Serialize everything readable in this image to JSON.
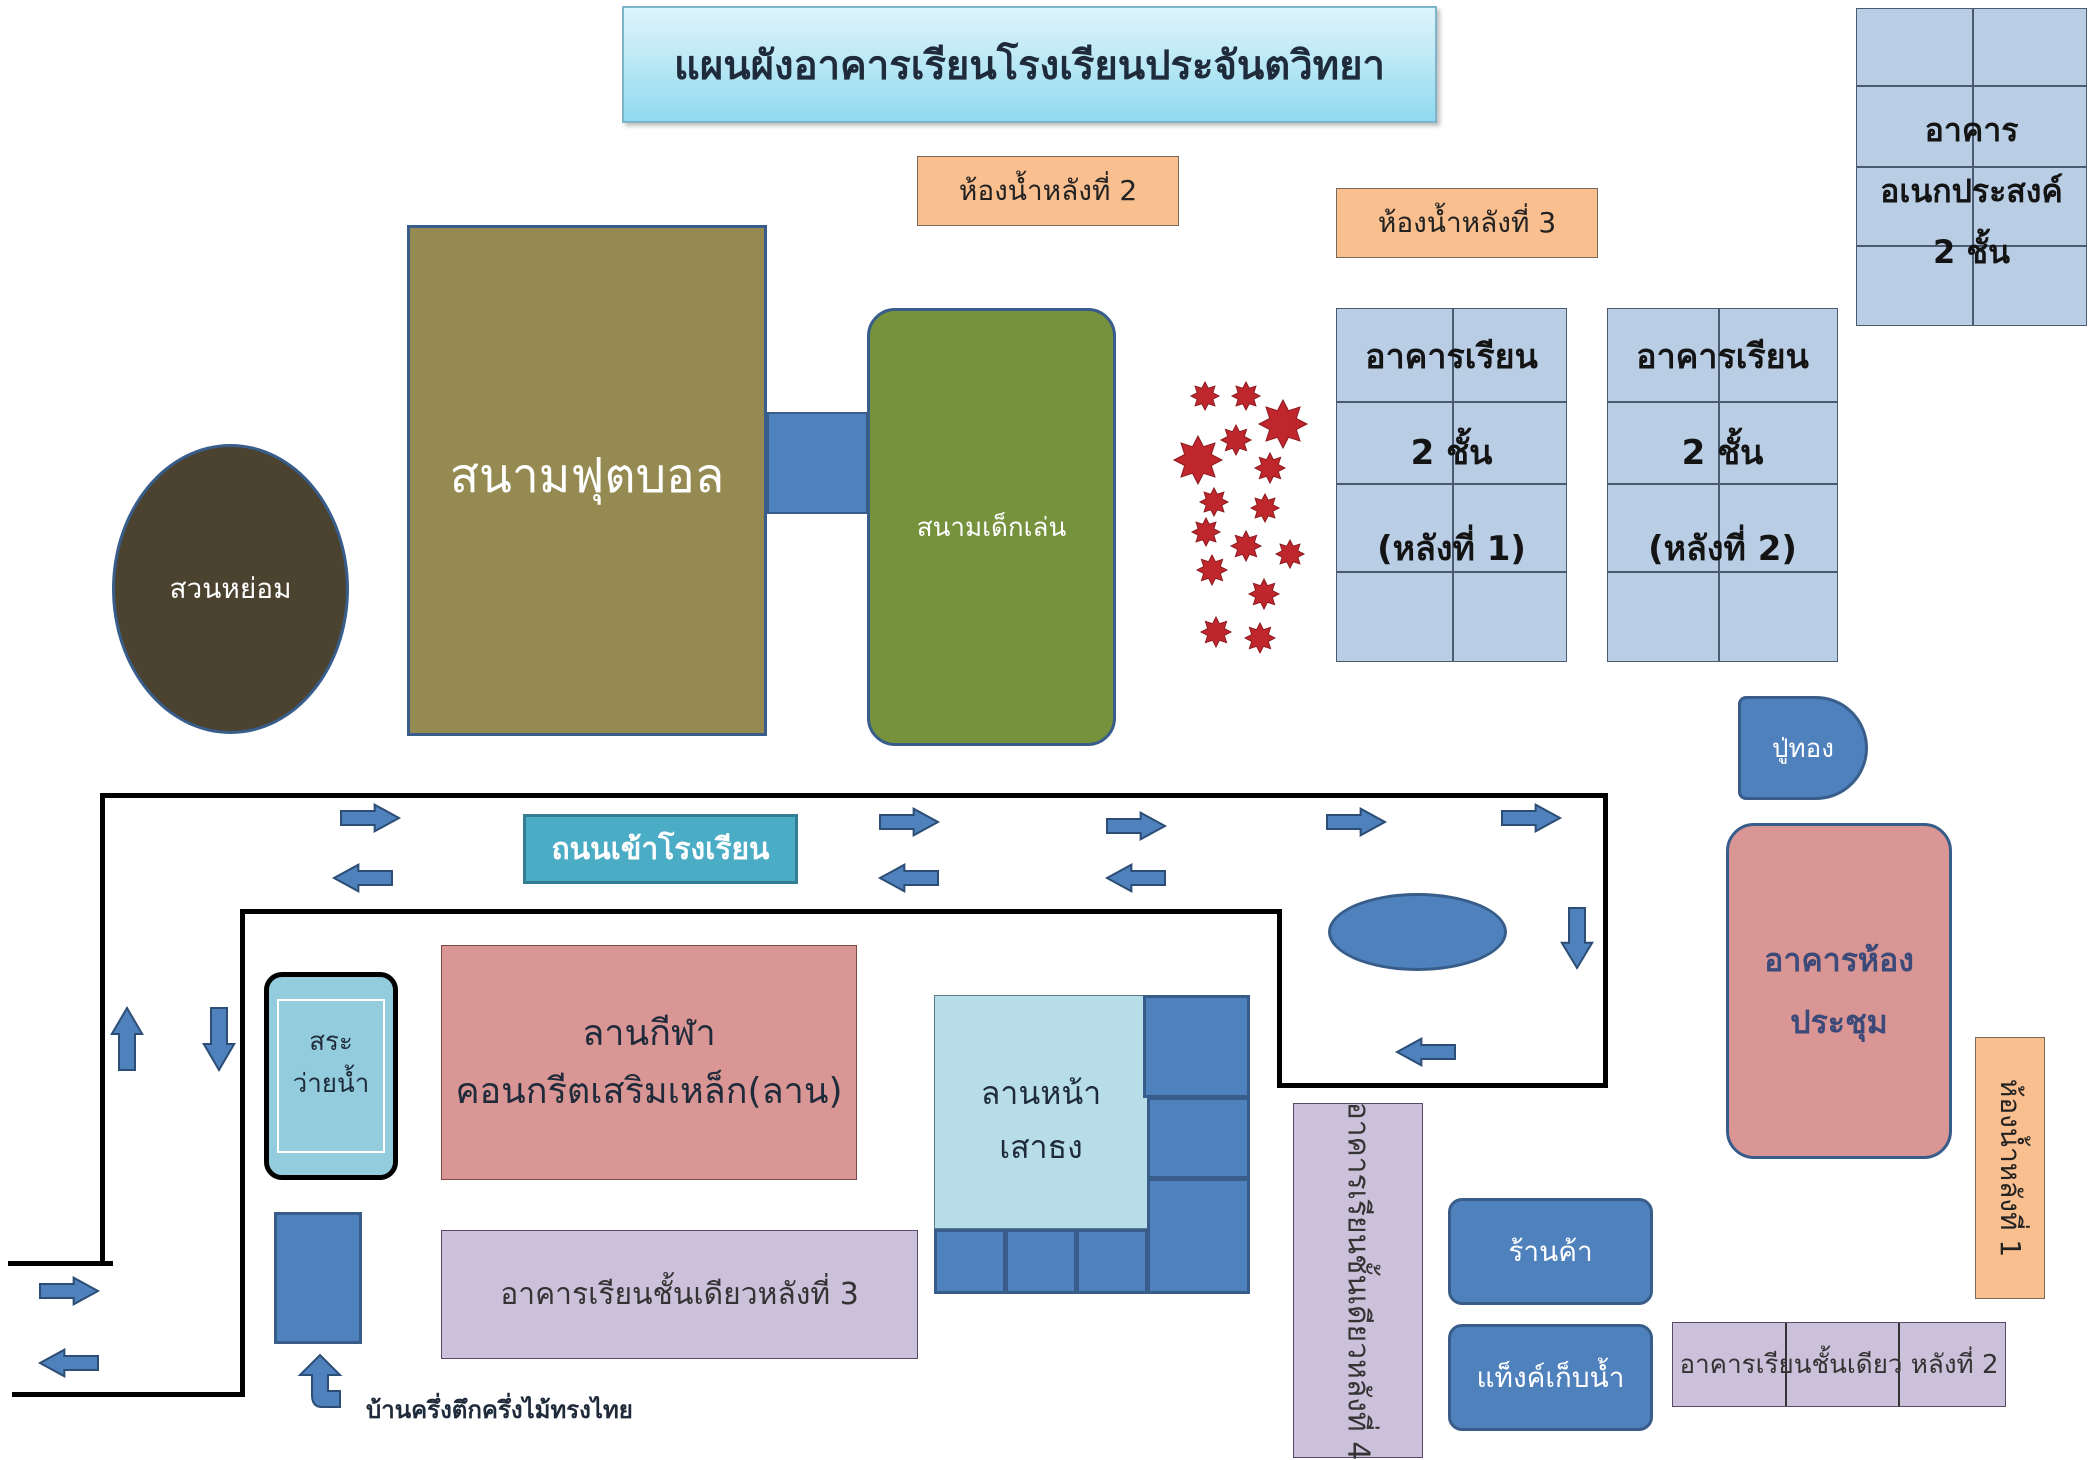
{
  "title": "แผนผังอาคารเรียนโรงเรียนประจันตวิทยา",
  "areas": {
    "garden": "สวนหย่อม",
    "football": "สนามฟุตบอล",
    "playground": "สนามเด็กเล่น",
    "toilet2": "ห้องน้ำหลังที่ 2",
    "toilet3": "ห้องน้ำหลังที่ 3",
    "toilet1": "ห้องน้ำหลังที่ 1",
    "multipurpose": [
      "อาคาร",
      "อเนกประสงค์",
      "2 ชั้น"
    ],
    "building1": [
      "อาคารเรียน",
      "2 ชั้น",
      "(หลังที่ 1)"
    ],
    "building2": [
      "อาคารเรียน",
      "2 ชั้น",
      "(หลังที่ 2)"
    ],
    "putong": "ปู่ทอง",
    "meeting": [
      "อาคารห้อง",
      "ประชุม"
    ],
    "road_sign": "ถนนเข้าโรงเรียน",
    "pool": [
      "สระ",
      "ว่ายน้ำ"
    ],
    "sports": [
      "ลานกีฬา",
      "คอนกรีตเสริมเหล็ก(ลาน)"
    ],
    "flagpole": [
      "ลานหน้า",
      "เสาธง"
    ],
    "single3": "อาคารเรียนชั้นเดียวหลังที่ 3",
    "single4": "อาคารเรียนชั้นเดียวหลังที่ 4",
    "single2": "อาคารเรียนชั้นเดียว หลังที่ 2",
    "shop": "ร้านค้า",
    "tank": "แท็งค์เก็บน้ำ",
    "thai_house": "บ้านครึ่งตึกครึ่งไม้ทรงไทย"
  },
  "colors": {
    "garden": "#4b4330",
    "football": "#958b52",
    "playground": "#76923c",
    "building_blue": "#4f81bd",
    "meeting": "#d99694",
    "sports": "#d99694",
    "flagpole": "#b7dee8",
    "pool": "#93cddd",
    "road_sign": "#4bacc6",
    "lavender": "#ccc1da",
    "toilet": "#f9bf8f",
    "grid_building": "#b9cde5",
    "flower": "#c0272d"
  }
}
